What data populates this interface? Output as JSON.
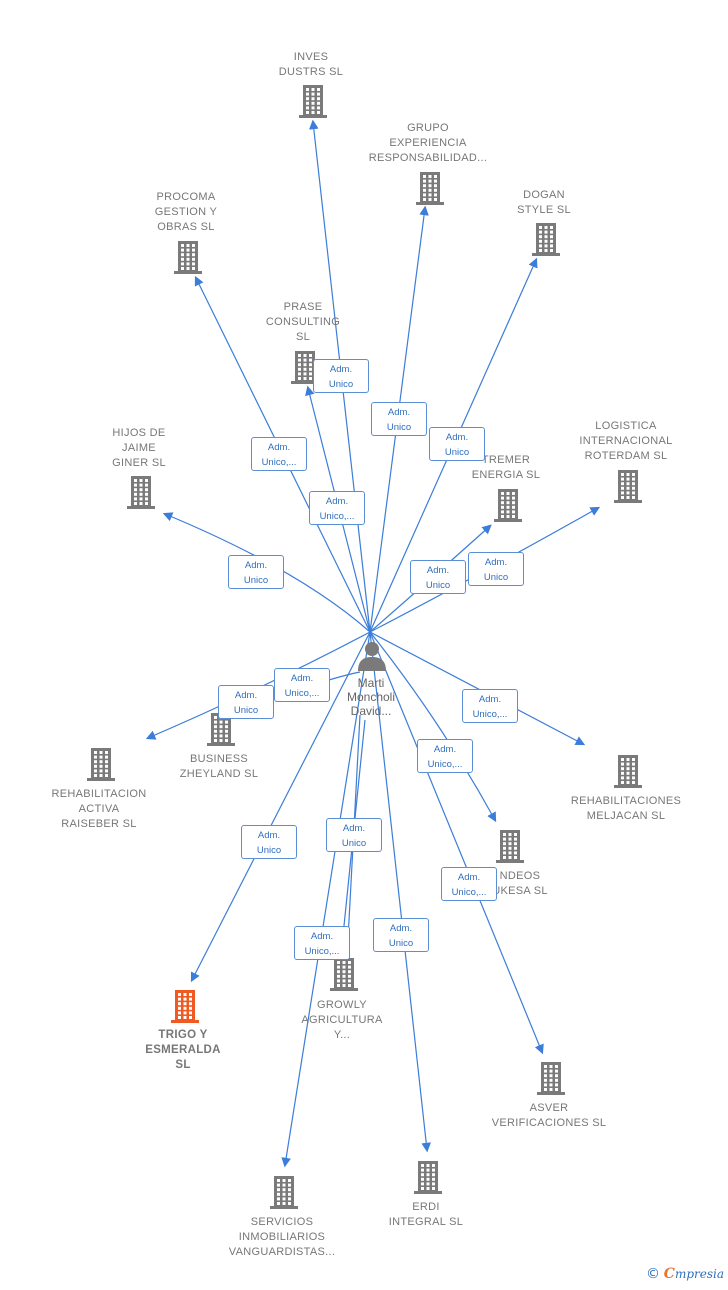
{
  "person": {
    "name_lines": [
      "Marti",
      "Moncholi",
      "David..."
    ]
  },
  "companies": [
    {
      "id": "inves",
      "lines": [
        "INVES",
        "DUSTRS SL"
      ],
      "highlight": false
    },
    {
      "id": "grupo",
      "lines": [
        "GRUPO",
        "EXPERIENCIA",
        "RESPONSABILIDAD..."
      ],
      "highlight": false
    },
    {
      "id": "dogan",
      "lines": [
        "DOGAN",
        "STYLE  SL"
      ],
      "highlight": false
    },
    {
      "id": "procoma",
      "lines": [
        "PROCOMA",
        "GESTION Y",
        "OBRAS  SL"
      ],
      "highlight": false
    },
    {
      "id": "prase",
      "lines": [
        "PRASE",
        "CONSULTING",
        "SL"
      ],
      "highlight": false
    },
    {
      "id": "hijos",
      "lines": [
        "HIJOS DE",
        "JAIME",
        "GINER SL"
      ],
      "highlight": false
    },
    {
      "id": "tremer",
      "lines": [
        "TREMER",
        "ENERGIA SL"
      ],
      "highlight": false
    },
    {
      "id": "logistica",
      "lines": [
        "LOGISTICA",
        "INTERNACIONAL",
        "ROTERDAM SL"
      ],
      "highlight": false
    },
    {
      "id": "business",
      "lines": [
        "BUSINESS",
        "ZHEYLAND  SL"
      ],
      "highlight": false
    },
    {
      "id": "raiseber",
      "lines": [
        "REHABILITACION",
        "ACTIVA",
        "RAISEBER  SL"
      ],
      "highlight": false
    },
    {
      "id": "meljacan",
      "lines": [
        "REHABILITACIONES",
        "MELJACAN  SL"
      ],
      "highlight": false
    },
    {
      "id": "ndeos",
      "lines": [
        "NDEOS",
        "UKESA  SL"
      ],
      "highlight": false
    },
    {
      "id": "trigo",
      "lines": [
        "TRIGO Y",
        "ESMERALDA",
        "SL"
      ],
      "highlight": true
    },
    {
      "id": "growly",
      "lines": [
        "GROWLY",
        "AGRICULTURA",
        "Y..."
      ],
      "highlight": false
    },
    {
      "id": "asver",
      "lines": [
        "ASVER",
        "VERIFICACIONES SL"
      ],
      "highlight": false
    },
    {
      "id": "servicios",
      "lines": [
        "SERVICIOS",
        "INMOBILIARIOS",
        "VANGUARDISTAS..."
      ],
      "highlight": false
    },
    {
      "id": "erdi",
      "lines": [
        "ERDI",
        "INTEGRAL  SL"
      ],
      "highlight": false
    }
  ],
  "roles": [
    {
      "id": "r-inves",
      "lines": [
        "Adm.",
        "Unico"
      ]
    },
    {
      "id": "r-grupo",
      "lines": [
        "Adm.",
        "Unico"
      ]
    },
    {
      "id": "r-dogan",
      "lines": [
        "Adm.",
        "Unico"
      ]
    },
    {
      "id": "r-procoma",
      "lines": [
        "Adm.",
        "Unico,..."
      ]
    },
    {
      "id": "r-prase",
      "lines": [
        "Adm.",
        "Unico,..."
      ]
    },
    {
      "id": "r-hijos",
      "lines": [
        "Adm.",
        "Unico"
      ]
    },
    {
      "id": "r-tremer",
      "lines": [
        "Adm.",
        "Unico"
      ]
    },
    {
      "id": "r-logistica",
      "lines": [
        "Adm.",
        "Unico"
      ]
    },
    {
      "id": "r-business",
      "lines": [
        "Adm.",
        "Unico,..."
      ]
    },
    {
      "id": "r-raiseber",
      "lines": [
        "Adm.",
        "Unico"
      ]
    },
    {
      "id": "r-meljacan",
      "lines": [
        "Adm.",
        "Unico,..."
      ]
    },
    {
      "id": "r-ndeos",
      "lines": [
        "Adm.",
        "Unico,..."
      ]
    },
    {
      "id": "r-trigo",
      "lines": [
        "Adm.",
        "Unico"
      ]
    },
    {
      "id": "r-growly-a",
      "lines": [
        "Adm.",
        "Unico"
      ]
    },
    {
      "id": "r-asver",
      "lines": [
        "Adm.",
        "Unico,..."
      ]
    },
    {
      "id": "r-servicios",
      "lines": [
        "Adm.",
        "Unico,..."
      ]
    },
    {
      "id": "r-erdi",
      "lines": [
        "Adm.",
        "Unico"
      ]
    }
  ],
  "colors": {
    "edge": "#3b7dd8",
    "building": "#7a7a7a",
    "highlight": "#f05a22",
    "person": "#7a7a7a"
  },
  "footer": {
    "copyright": "©",
    "brand_first": "C",
    "brand_rest": "mpresia"
  }
}
